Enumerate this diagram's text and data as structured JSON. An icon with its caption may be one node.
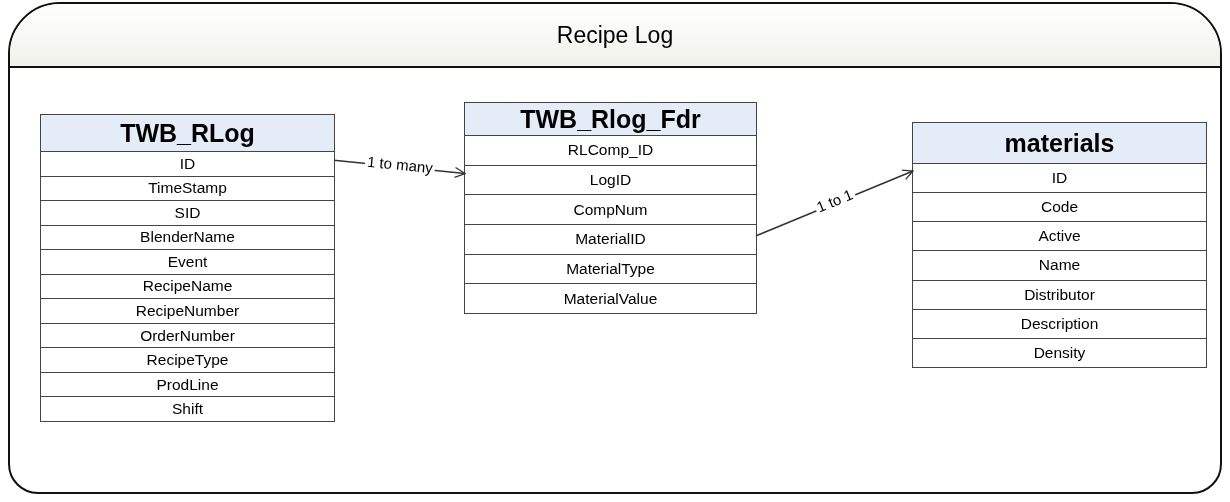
{
  "diagram": {
    "nodes": [
      {
        "text": [
          "Recipe Log"
        ]
      },
      {
        "text": [
          "TWB_RLog"
        ],
        "in": 0
      },
      {
        "text": [
          "ID"
        ],
        "in": 1
      },
      {
        "text": [
          "TimeStamp"
        ],
        "in": 1
      },
      {
        "text": [
          "SID"
        ],
        "in": 1
      },
      {
        "text": [
          "BlenderName"
        ],
        "in": 1
      },
      {
        "text": [
          "Event"
        ],
        "in": 1
      },
      {
        "text": [
          "RecipeName"
        ],
        "in": 1
      },
      {
        "text": [
          "RecipeNumber"
        ],
        "in": 1
      },
      {
        "text": [
          "OrderNumber"
        ],
        "in": 1
      },
      {
        "text": [
          "RecipeType"
        ],
        "in": 1
      },
      {
        "text": [
          "ProdLine"
        ],
        "in": 1
      },
      {
        "text": [
          "Shift"
        ],
        "in": 1
      },
      {
        "text": [
          "TWB_Rlog_Fdr"
        ],
        "in": 0
      },
      {
        "text": [
          "RLComp_ID"
        ],
        "in": 13
      },
      {
        "text": [
          "LogID"
        ],
        "in": 13
      },
      {
        "text": [
          "CompNum"
        ],
        "in": 13
      },
      {
        "text": [
          "MaterialID"
        ],
        "in": 13
      },
      {
        "text": [
          "MaterialType"
        ],
        "in": 13
      },
      {
        "text": [
          "MaterialValue"
        ],
        "in": 13
      },
      {
        "text": [
          "materials"
        ],
        "in": 0
      },
      {
        "text": [
          "ID"
        ],
        "in": 20
      },
      {
        "text": [
          "Code"
        ],
        "in": 20
      },
      {
        "text": [
          "Active"
        ],
        "in": 20
      },
      {
        "text": [
          "Name"
        ],
        "in": 20
      },
      {
        "text": [
          "Distributor"
        ],
        "in": 20
      },
      {
        "text": [
          "Description"
        ],
        "in": 20
      },
      {
        "text": [
          "Density"
        ],
        "in": 20
      }
    ],
    "edges": [
      {
        "from": 2,
        "to": 15,
        "arrow": "to",
        "label": "1 to many"
      },
      {
        "from": 17,
        "to": 21,
        "arrow": "to",
        "label": "1 to 1"
      }
    ]
  }
}
